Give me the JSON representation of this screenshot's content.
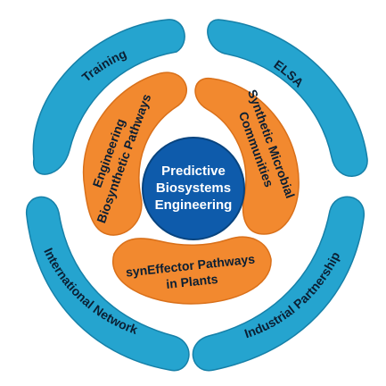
{
  "colors": {
    "outer_ring": "#25A4CF",
    "outer_ring_stroke": "#1680A8",
    "inner_segment": "#F2892F",
    "inner_segment_stroke": "#D9701A",
    "center": "#0E5BAB",
    "center_stroke": "#08447F",
    "outer_text": "#0B1F33",
    "inner_text": "#0B1F33",
    "center_text": "#FFFFFF"
  },
  "center": {
    "line1": "Predictive",
    "line2": "Biosystems",
    "line3": "Engineering"
  },
  "inner_segments": {
    "left": {
      "line1": "Engineering",
      "line2": "Biosynthetic Pathways"
    },
    "right": {
      "line1": "Synthetic Microbial",
      "line2": "Communities"
    },
    "bottom": {
      "line1": "synEffector Pathways",
      "line2": "in Plants"
    }
  },
  "outer_segments": {
    "top_left": "Training",
    "top_right": "ELSA",
    "bottom_left": "International Network",
    "bottom_right": "Industrial Partnership"
  }
}
